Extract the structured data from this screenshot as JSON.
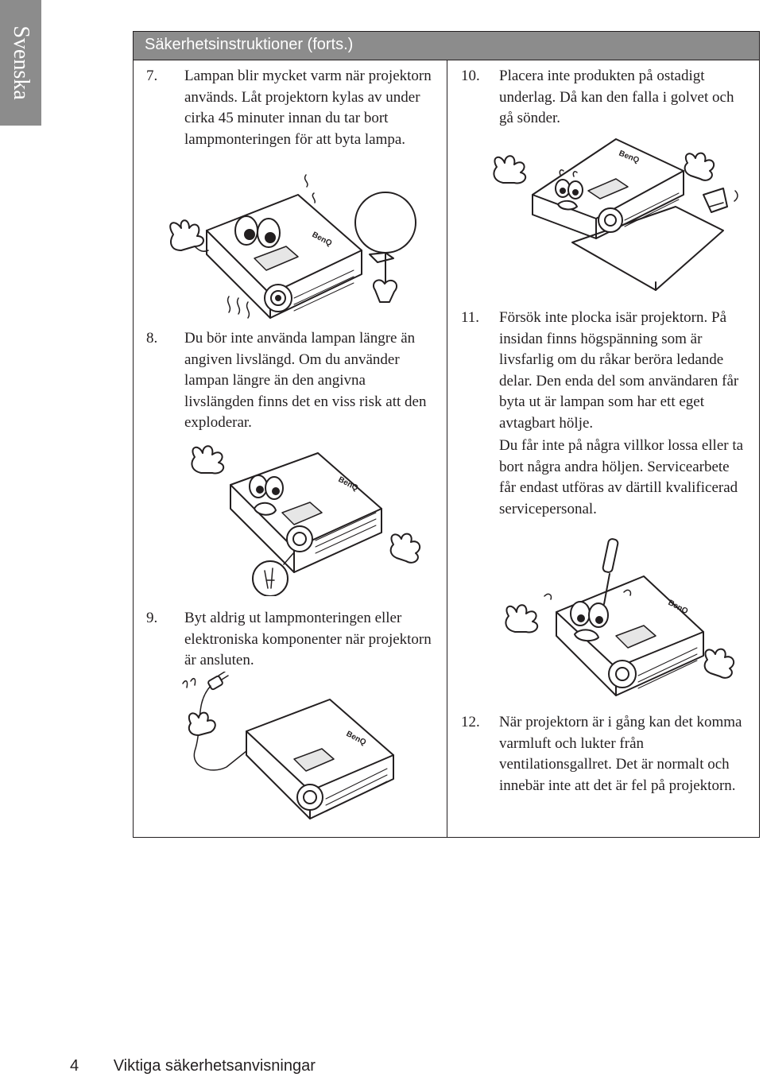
{
  "language_tab": "Svenska",
  "section_title": "Säkerhetsinstruktioner (forts.)",
  "items": [
    {
      "num": "7.",
      "text": "Lampan blir mycket varm när projektorn används. Låt projektorn kylas av under cirka 45 minuter innan du tar bort lampmonteringen för att byta lampa."
    },
    {
      "num": "8.",
      "text": "Du bör inte använda lampan längre än angiven livslängd. Om du använder lampan längre än den angivna livslängden finns det en viss risk att den exploderar."
    },
    {
      "num": "9.",
      "text": "Byt aldrig ut lampmonteringen eller elektroniska komponenter när projektorn är ansluten."
    },
    {
      "num": "10.",
      "text": "Placera inte produkten på ostadigt underlag. Då kan den falla i golvet och gå sönder."
    },
    {
      "num": "11.",
      "text": "Försök inte plocka isär projektorn. På insidan finns högspänning som är livsfarlig om du råkar beröra ledande delar. Den enda del som användaren får byta ut är lampan som har ett eget avtagbart hölje.",
      "text2": "Du får inte på några villkor lossa eller ta bort några andra höljen. Servicearbete får endast utföras av därtill kvalificerad servicepersonal."
    },
    {
      "num": "12.",
      "text": "När projektorn är i gång kan det komma varmluft och lukter från ventilationsgallret. Det är normalt och innebär inte att det är fel på projektorn."
    }
  ],
  "brand_logo": "BenQ",
  "footer": {
    "page_number": "4",
    "chapter": "Viktiga säkerhetsanvisningar"
  }
}
